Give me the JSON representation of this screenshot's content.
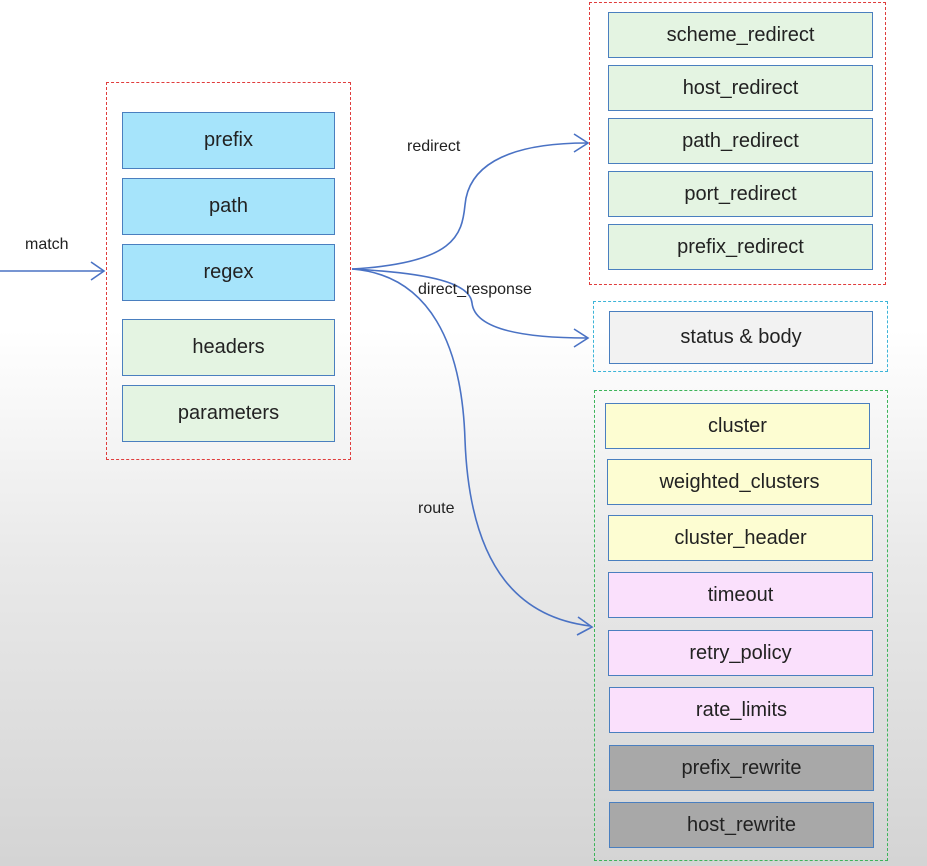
{
  "edges": {
    "match": "match",
    "redirect": "redirect",
    "direct_response": "direct_response",
    "route": "route"
  },
  "match_group": {
    "items": [
      "prefix",
      "path",
      "regex",
      "headers",
      "parameters"
    ]
  },
  "redirect_group": {
    "items": [
      "scheme_redirect",
      "host_redirect",
      "path_redirect",
      "port_redirect",
      "prefix_redirect"
    ]
  },
  "direct_response_group": {
    "items": [
      "status & body"
    ]
  },
  "route_group": {
    "items": [
      "cluster",
      "weighted_clusters",
      "cluster_header",
      "timeout",
      "retry_policy",
      "rate_limits",
      "prefix_rewrite",
      "host_rewrite"
    ]
  },
  "colors": {
    "arrow": "#4a72c4",
    "match_primary": "#a6e4fb",
    "match_secondary": "#e4f4e2",
    "redirect": "#e4f4e2",
    "direct_response": "#f2f2f2",
    "route_cluster": "#fdfdd2",
    "route_policy": "#fae0fc",
    "route_rewrite": "#a8a8a8"
  }
}
